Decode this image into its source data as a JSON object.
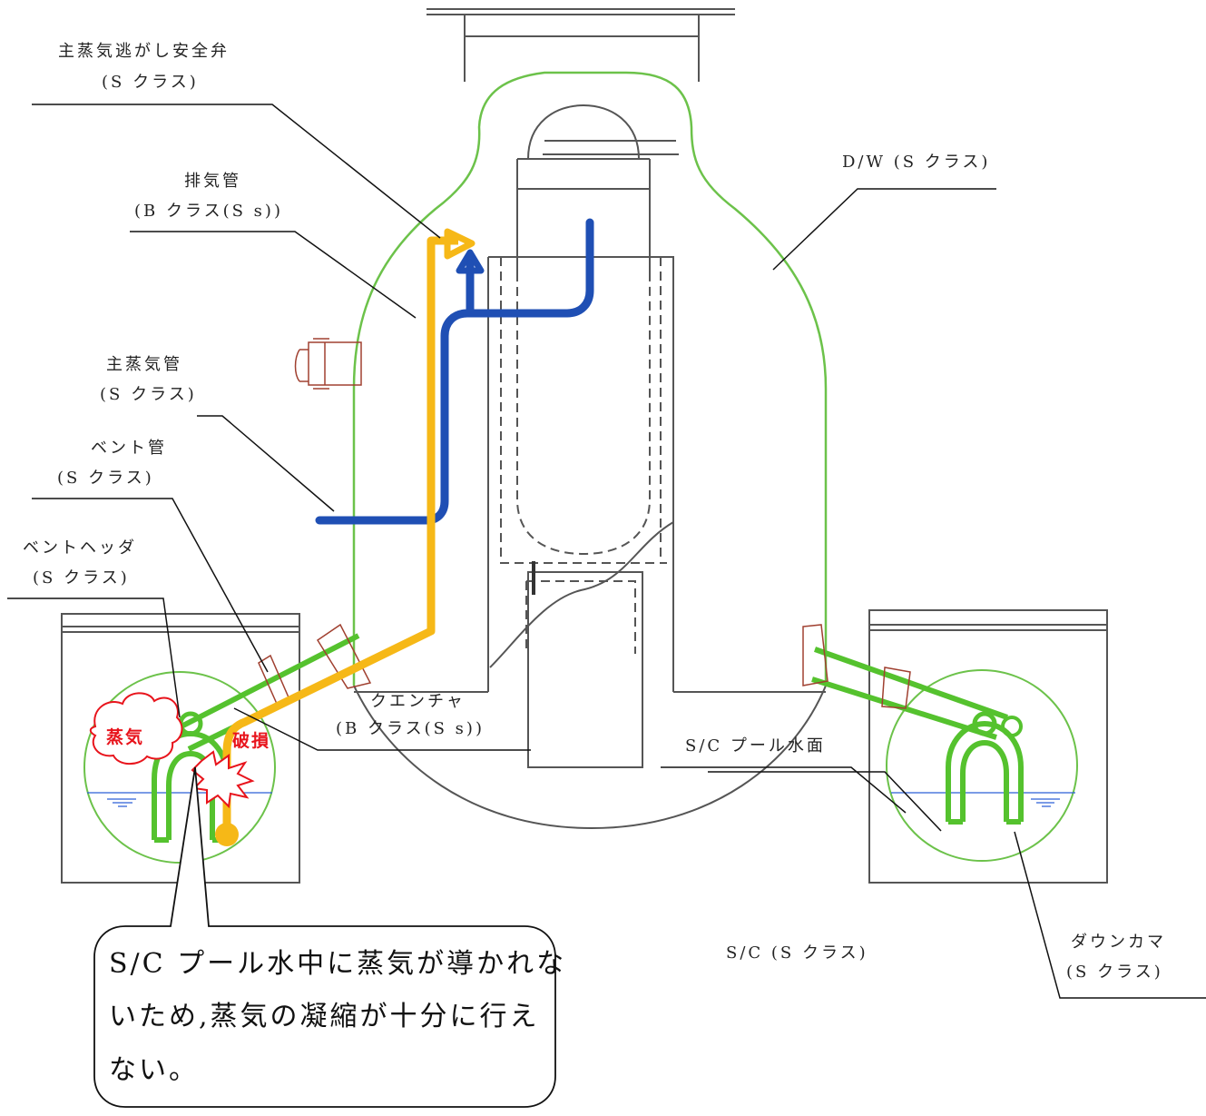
{
  "labels": {
    "msrv_name": "主蒸気逃がし安全弁",
    "msrv_class": "(S クラス)",
    "exhaust_name": "排気管",
    "exhaust_class": "(B クラス(S s))",
    "msl_name": "主蒸気管",
    "msl_class": "(S クラス)",
    "vent_name": "ベント管",
    "vent_class": "(S クラス)",
    "header_name": "ベントヘッダ",
    "header_class": "(S クラス)",
    "dw": "D/W (S クラス)",
    "quencher_name": "クエンチャ",
    "quencher_class": "(B クラス(S s))",
    "sc_pool": "S/C プール水面",
    "sc": "S/C (S クラス)",
    "downcomer_name": "ダウンカマ",
    "downcomer_class": "(S クラス)",
    "steam": "蒸気",
    "damage": "破損"
  },
  "callout": {
    "line1": "S/C プール水中に蒸気が導かれな",
    "line2": "いため,蒸気の凝縮が十分に行え",
    "line3": "ない。"
  },
  "colors": {
    "containment": "#6cc24a",
    "vent_system": "#55c22e",
    "main_steam": "#1f4fb4",
    "exhaust": "#f6b817",
    "damage": "#e8141c",
    "structure": "#555555"
  }
}
